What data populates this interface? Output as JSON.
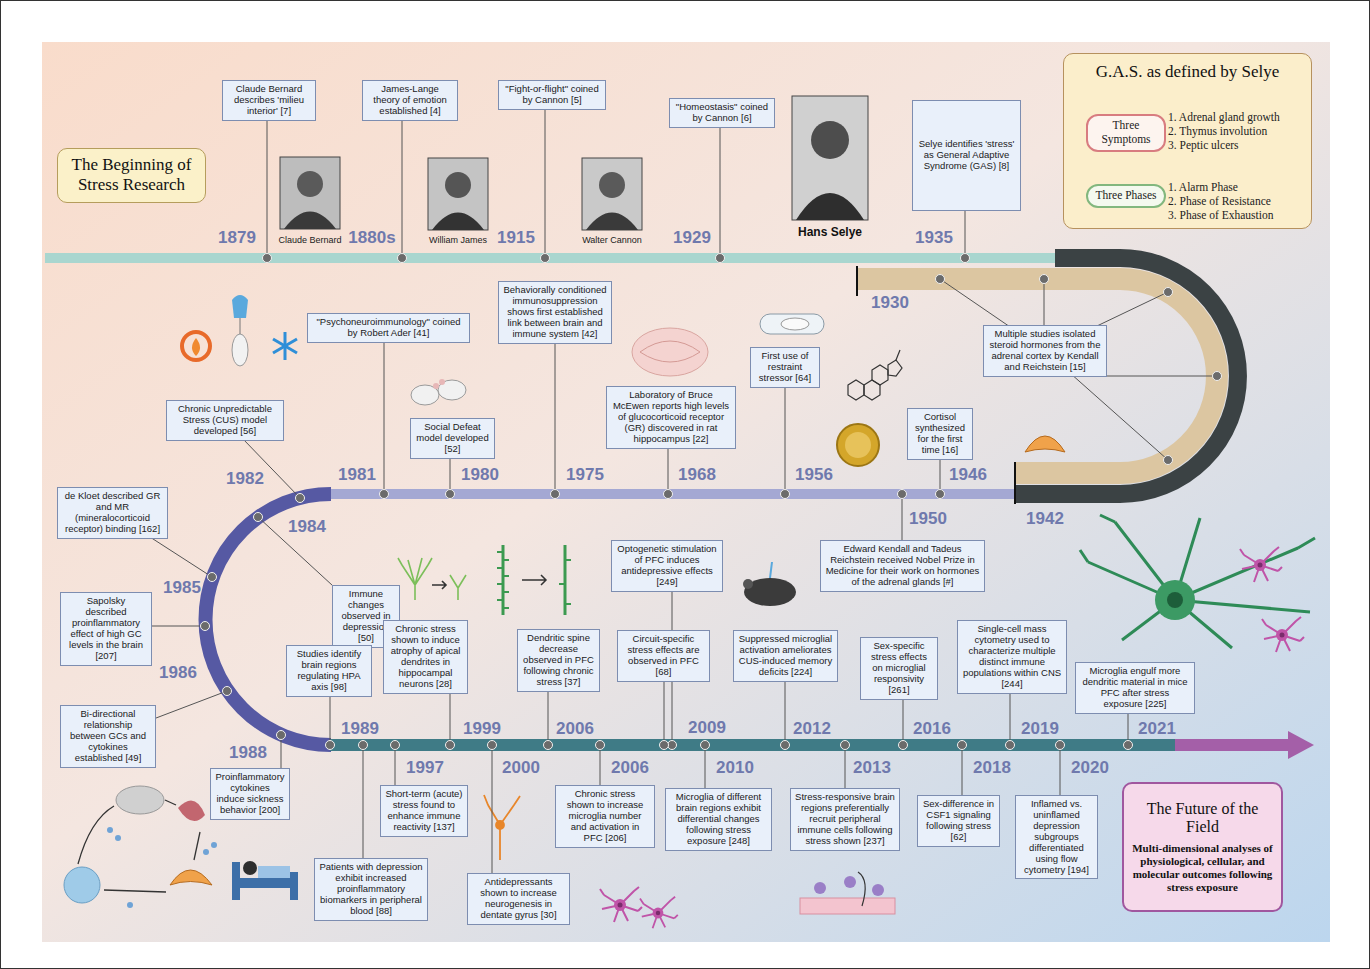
{
  "diagram": {
    "nodes": [
      {
        "text": [
          "The Beginning of Stress Research"
        ]
      },
      {
        "text": [
          "Claude Bernard describes 'milieu interior' [7]"
        ]
      },
      {
        "text": [
          "James-Lange theory of emotion established [4]"
        ]
      },
      {
        "text": [
          "\"Fight-or-flight\" coined by Cannon [5]"
        ]
      },
      {
        "text": [
          "\"Homeostasis\" coined by Cannon [6]"
        ]
      },
      {
        "text": [
          "Selye identifies 'stress' as General Adaptive Syndrome (GAS) [8]"
        ]
      },
      {
        "text": [
          "G.A.S. as defined by Selye"
        ]
      },
      {
        "text": [
          "Three Symptoms"
        ],
        "in": 6
      },
      {
        "text": [
          "Three Phases"
        ],
        "in": 6
      },
      {
        "text": [
          "Multiple studies isolated steroid hormones from the adrenal cortex by Kendall and Reichstein [15]"
        ]
      },
      {
        "text": [
          "Cortisol synthesized for the first time [16]"
        ]
      },
      {
        "text": [
          "Edward Kendall and Tadeus Reichstein received Nobel Prize in Medicine for their work on hormones of the adrenal glands [#]"
        ]
      },
      {
        "text": [
          "First use of restraint stressor [64]"
        ]
      },
      {
        "text": [
          "Laboratory of Bruce McEwen reports high levels of glucocorticoid receptor (GR) discovered in rat hippocampus [22]"
        ]
      },
      {
        "text": [
          "Behaviorally conditioned immunosuppression shows first established link between brain and immune system [42]"
        ]
      },
      {
        "text": [
          "Social Defeat model developed [52]"
        ]
      },
      {
        "text": [
          "\"Psychoneuroimmunology\" coined by Robert Ader [41]"
        ]
      },
      {
        "text": [
          "Chronic Unpredictable Stress (CUS) model developed [56]"
        ]
      },
      {
        "text": [
          "Immune changes observed in depression [50]"
        ]
      },
      {
        "text": [
          "de Kloet described GR and MR (mineralocorticoid receptor) binding [162]"
        ]
      },
      {
        "text": [
          "Sapolsky described proinflammatory effect of high GC levels in the brain [207]"
        ]
      },
      {
        "text": [
          "Bi-directional relationship between GCs and cytokines established [49]"
        ]
      },
      {
        "text": [
          "Proinflammatory cytokines induce sickness behavior [200]"
        ]
      },
      {
        "text": [
          "Studies identify brain regions regulating HPA axis [98]"
        ]
      },
      {
        "text": [
          "Patients with depression exhibit increased proinflammatory biomarkers in peripheral blood [88]"
        ]
      },
      {
        "text": [
          "Short-term (acute) stress found to enhance immune reactivity [137]"
        ]
      },
      {
        "text": [
          "Chronic stress shown to induce atrophy of apical dendrites in hippocampal neurons [28]"
        ]
      },
      {
        "text": [
          "Antidepressants shown to increase neurogenesis in dentate gyrus [30]"
        ]
      },
      {
        "text": [
          "Dendritic spine decrease observed in PFC following chronic stress [37]"
        ]
      },
      {
        "text": [
          "Chronic stress shown to increase microglia number and activation in PFC [206]"
        ]
      },
      {
        "text": [
          "Optogenetic stimulation of PFC induces antidepressive effects [249]"
        ]
      },
      {
        "text": [
          "Circuit-specific stress effects are observed in PFC [68]"
        ]
      },
      {
        "text": [
          "Microglia of different brain regions exhibit differential changes following stress exposure [248]"
        ]
      },
      {
        "text": [
          "Suppressed microglial activation ameliorates CUS-induced memory deficits [224]"
        ]
      },
      {
        "text": [
          "Stress-responsive brain regions preferentially recruit peripheral immune cells following stress shown [237]"
        ]
      },
      {
        "text": [
          "Sex-specific stress effects on microglial responsivity [261]"
        ]
      },
      {
        "text": [
          "Sex-difference in CSF1 signaling following stress [62]"
        ]
      },
      {
        "text": [
          "Single-cell mass cytometry used to characterize multiple distinct immune populations within CNS [244]"
        ]
      },
      {
        "text": [
          "Inflamed vs. uninflamed depression subgroups differentiated using flow cytometry [194]"
        ]
      },
      {
        "text": [
          "Microglia engulf more dendritic material in mice PFC after stress exposure [225]"
        ]
      },
      {
        "text": [
          "The Future of the Field",
          "Multi-dimensional analyses of physiological, cellular, and molecular outcomes following stress exposure"
        ]
      }
    ],
    "labels": [
      "1879",
      "1880s",
      "1915",
      "1929",
      "1935",
      "1930",
      "1942",
      "1946",
      "1950",
      "1956",
      "1968",
      "1975",
      "1980",
      "1981",
      "1982",
      "1984",
      "1985",
      "1986",
      "1988",
      "1989",
      "1997",
      "1999",
      "2000",
      "2006",
      "2006",
      "2009",
      "2010",
      "2012",
      "2013",
      "2016",
      "2018",
      "2019",
      "2020",
      "2021",
      "Claude Bernard",
      "William James",
      "Walter Cannon",
      "Hans Selye",
      "1. Adrenal gland growth",
      "2. Thymus involution",
      "3. Peptic ulcers",
      "1. Alarm Phase",
      "2. Phase of Resistance",
      "3. Phase of Exhaustion"
    ]
  }
}
